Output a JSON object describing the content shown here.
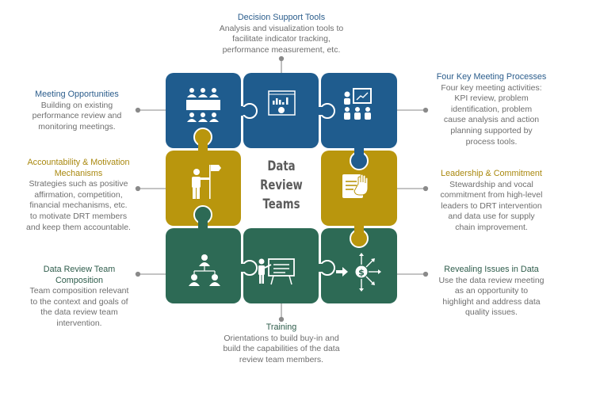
{
  "center": {
    "title_lines": [
      "Data",
      "Review",
      "Teams"
    ]
  },
  "colors": {
    "blue": "#1f5c8e",
    "gold": "#b9960d",
    "green": "#2d6a55",
    "connector": "#8a8a8a"
  },
  "pieces": [
    {
      "id": "meeting-opportunities",
      "color": "blue",
      "icon": "meeting-table-icon"
    },
    {
      "id": "decision-support-tools",
      "color": "blue",
      "icon": "dashboard-chart-icon"
    },
    {
      "id": "four-key-meeting-processes",
      "color": "blue",
      "icon": "presentation-audience-icon"
    },
    {
      "id": "accountability-motivation",
      "color": "gold",
      "icon": "person-flag-icon"
    },
    {
      "id": "leadership-commitment",
      "color": "gold",
      "icon": "hand-on-document-icon"
    },
    {
      "id": "team-composition",
      "color": "green",
      "icon": "org-chart-icon"
    },
    {
      "id": "training",
      "color": "green",
      "icon": "trainer-whiteboard-icon"
    },
    {
      "id": "revealing-issues",
      "color": "green",
      "icon": "dollar-distribution-icon"
    }
  ],
  "labels": {
    "decision_support": {
      "title": "Decision Support Tools",
      "lines": [
        "Analysis and visualization tools to",
        "facilitate indicator tracking,",
        "performance measurement, etc."
      ]
    },
    "meeting_opportunities": {
      "title": "Meeting Opportunities",
      "lines": [
        "Building on existing",
        "performance review and",
        "monitoring meetings."
      ]
    },
    "accountability": {
      "title_lines": [
        "Accountability & Motivation",
        "Mechanisms"
      ],
      "lines": [
        "Strategies such as positive",
        "affirmation, competition,",
        "financial mechanisms, etc.",
        "to motivate DRT members",
        "and keep them accountable."
      ]
    },
    "team_composition": {
      "title_lines": [
        "Data Review Team",
        "Composition"
      ],
      "lines": [
        "Team composition relevant",
        "to the context and goals of",
        "the data review team",
        "intervention."
      ]
    },
    "four_key": {
      "title": "Four Key Meeting Processes",
      "lines": [
        "Four key meeting activities:",
        "KPI review, problem",
        "identification, problem",
        "cause analysis and action",
        "planning supported by",
        "process tools."
      ]
    },
    "leadership": {
      "title": "Leadership & Commitment",
      "lines": [
        "Stewardship and vocal",
        "commitment from high-level",
        "leaders to DRT intervention",
        "and data use for supply",
        "chain improvement."
      ]
    },
    "revealing": {
      "title": "Revealing Issues in Data",
      "lines": [
        "Use the data review meeting",
        "as an opportunity to",
        "highlight and address data",
        "quality issues."
      ]
    },
    "training": {
      "title": "Training",
      "lines": [
        "Orientations to build buy-in and",
        "build the capabilities of the data",
        "review team members."
      ]
    }
  }
}
